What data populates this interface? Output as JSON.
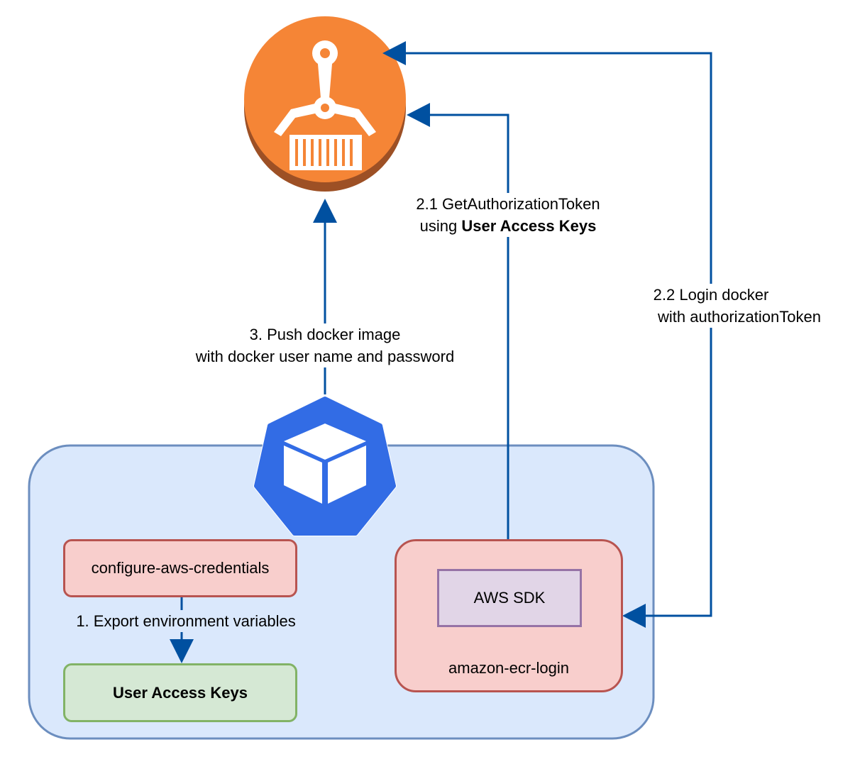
{
  "colors": {
    "arrow": "#0050a0",
    "ecr_orange": "#f58536",
    "ecr_orange_dark": "#9d5025",
    "k8s_blue": "#326ce5",
    "group_fill": "#dae8fc",
    "group_stroke": "#6c8ebf"
  },
  "icons": {
    "ecr": "amazon-ecr-registry-icon",
    "runner": "kubernetes-cube-icon"
  },
  "labels": {
    "get_token_line1": "2.1 GetAuthorizationToken",
    "get_token_line2_prefix": "using ",
    "get_token_line2_bold": "User Access Keys",
    "login_line1": "2.2 Login docker",
    "login_line2": "with authorizationToken",
    "push_line1": "3. Push docker image",
    "push_line2": "with docker user name and password",
    "export_env": "1. Export environment variables"
  },
  "nodes": {
    "configure_aws_credentials": "configure-aws-credentials",
    "user_access_keys": "User Access Keys",
    "aws_sdk": "AWS SDK",
    "amazon_ecr_login": "amazon-ecr-login"
  }
}
